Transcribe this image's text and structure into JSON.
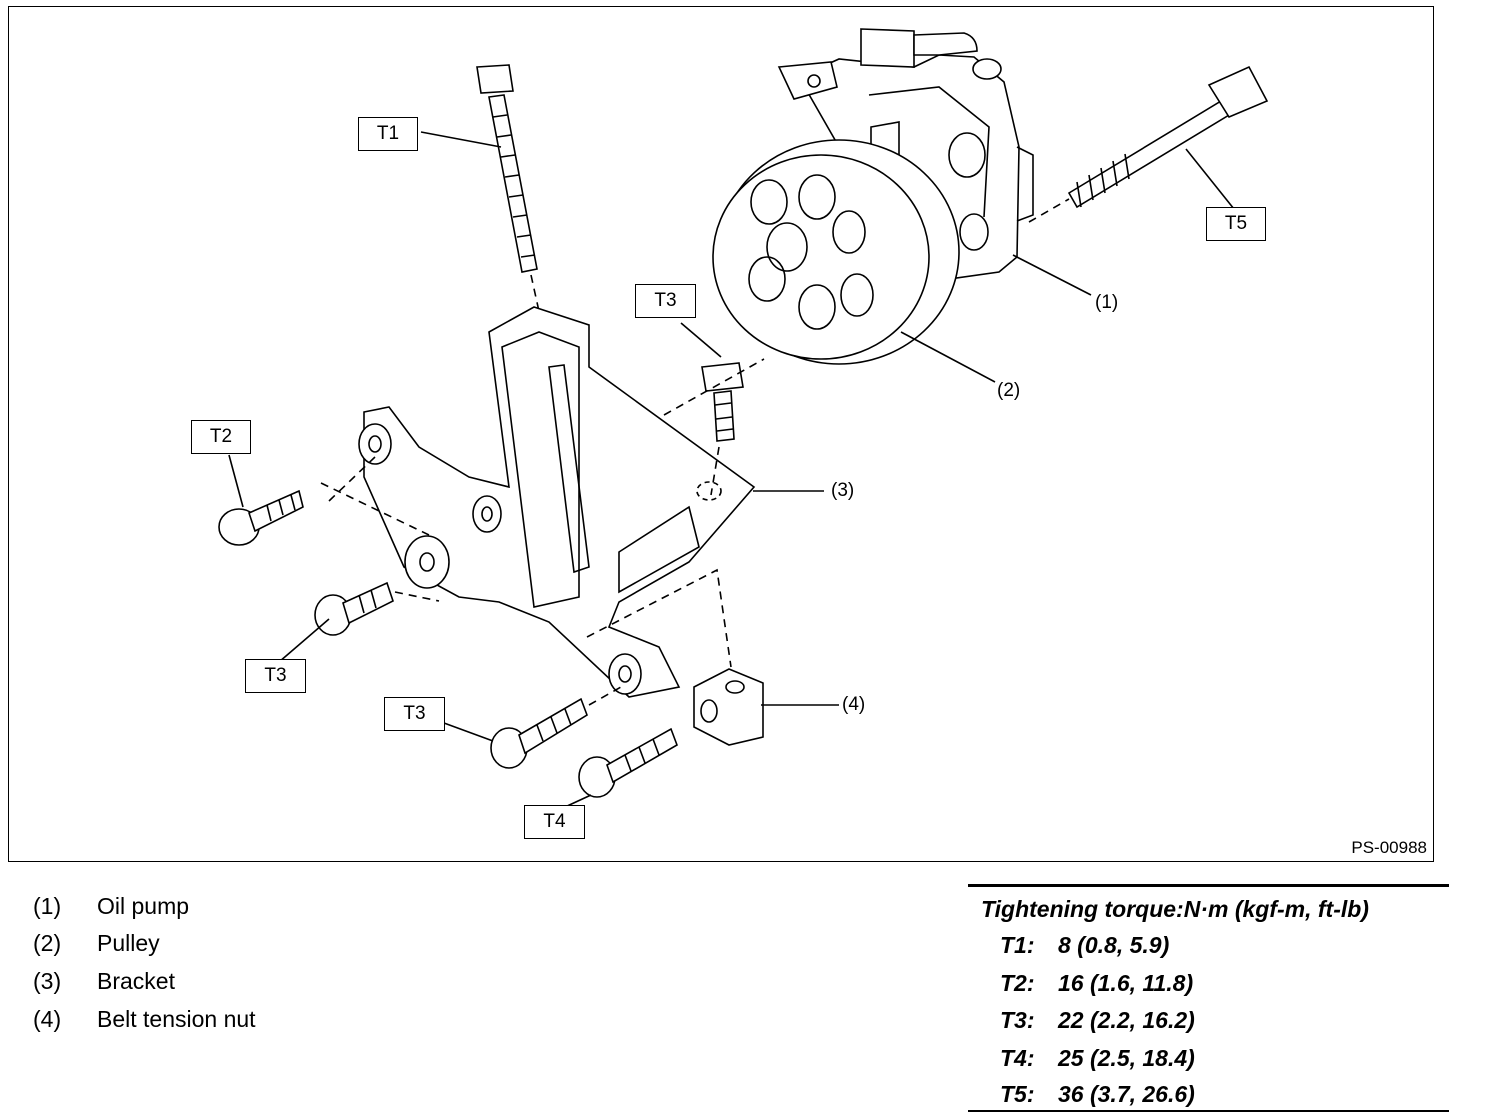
{
  "figure": {
    "id": "PS-00988",
    "callouts": {
      "oil_pump": "(1)",
      "pulley": "(2)",
      "bracket": "(3)",
      "belt_tension_nut": "(4)"
    },
    "torque_boxes": {
      "t1": "T1",
      "t2": "T2",
      "t3_top": "T3",
      "t3_left": "T3",
      "t3_bottom": "T3",
      "t4": "T4",
      "t5": "T5"
    }
  },
  "legend": [
    {
      "num": "(1)",
      "name": "Oil pump"
    },
    {
      "num": "(2)",
      "name": "Pulley"
    },
    {
      "num": "(3)",
      "name": "Bracket"
    },
    {
      "num": "(4)",
      "name": "Belt tension nut"
    }
  ],
  "torque_table": {
    "title": "Tightening torque:N·m (kgf-m, ft-lb)",
    "rows": [
      {
        "key": "T1:",
        "value": "8 (0.8, 5.9)"
      },
      {
        "key": "T2:",
        "value": "16 (1.6, 11.8)"
      },
      {
        "key": "T3:",
        "value": "22 (2.2, 16.2)"
      },
      {
        "key": "T4:",
        "value": "25 (2.5, 18.4)"
      },
      {
        "key": "T5:",
        "value": "36 (3.7, 26.6)"
      }
    ]
  }
}
